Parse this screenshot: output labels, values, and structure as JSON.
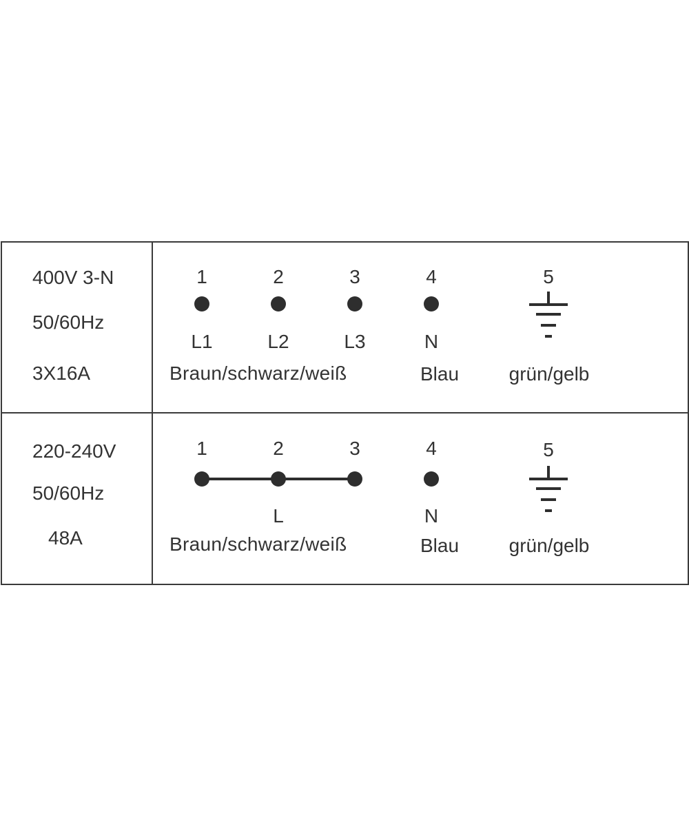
{
  "rows": [
    {
      "specs": [
        "400V 3-N",
        "50/60Hz",
        "3X16A"
      ],
      "terminals": [
        "1",
        "2",
        "3",
        "4",
        "5"
      ],
      "phase_labels": [
        "L1",
        "L2",
        "L3"
      ],
      "neutral_label": "N",
      "phase_colors": "Braun/schwarz/weiß",
      "neutral_color": "Blau",
      "earth_color": "grün/gelb",
      "bridged_terminals": []
    },
    {
      "specs": [
        "220-240V",
        "50/60Hz",
        "48A"
      ],
      "terminals": [
        "1",
        "2",
        "3",
        "4",
        "5"
      ],
      "phase_labels": [
        "L"
      ],
      "neutral_label": "N",
      "phase_colors": "Braun/schwarz/weiß",
      "neutral_color": "Blau",
      "earth_color": "grün/gelb",
      "bridged_terminals": [
        "1",
        "2",
        "3"
      ]
    }
  ],
  "icons": {
    "terminal": "terminal-dot-icon",
    "earth": "ground-icon"
  },
  "colors": {
    "line": "#2e2e2e",
    "text": "#333333"
  }
}
